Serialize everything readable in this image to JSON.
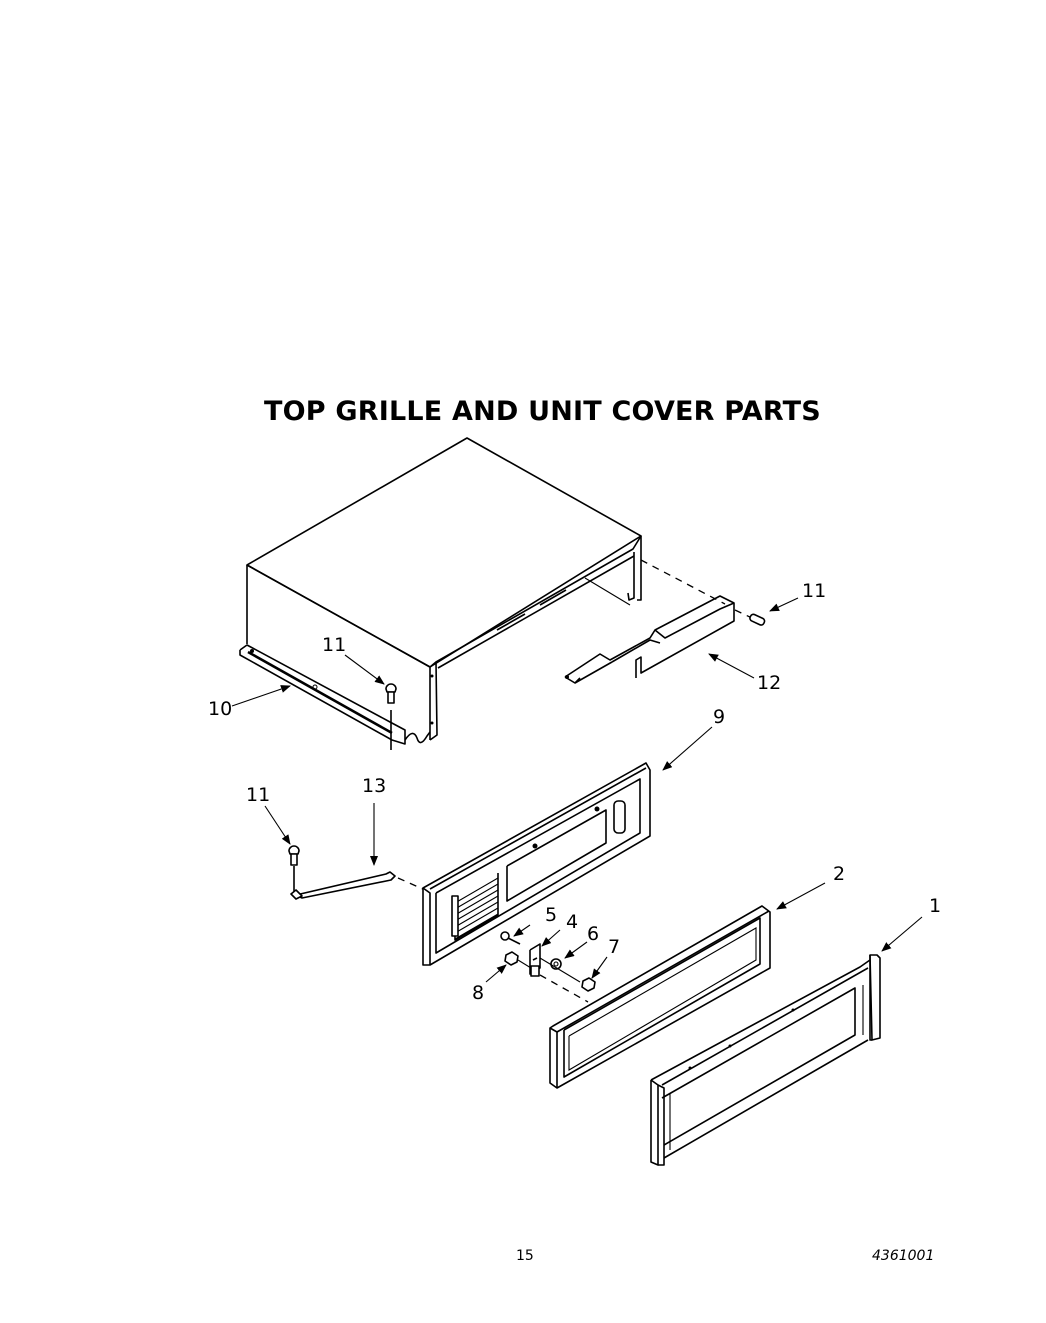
{
  "title": "TOP GRILLE AND UNIT COVER PARTS",
  "callouts": {
    "c1": "1",
    "c2": "2",
    "c4": "4",
    "c5": "5",
    "c6": "6",
    "c7": "7",
    "c8": "8",
    "c9": "9",
    "c10": "10",
    "c11a": "11",
    "c11b": "11",
    "c11c": "11",
    "c12": "12",
    "c13": "13"
  },
  "parts": [
    {
      "ref": "1",
      "name": "outer-grille-frame"
    },
    {
      "ref": "2",
      "name": "grille-frame"
    },
    {
      "ref": "4",
      "name": "bracket"
    },
    {
      "ref": "5",
      "name": "screw"
    },
    {
      "ref": "6",
      "name": "washer"
    },
    {
      "ref": "7",
      "name": "nut"
    },
    {
      "ref": "8",
      "name": "nut"
    },
    {
      "ref": "9",
      "name": "grille-panel"
    },
    {
      "ref": "10",
      "name": "unit-cover"
    },
    {
      "ref": "11",
      "name": "screw"
    },
    {
      "ref": "12",
      "name": "rear-bracket"
    },
    {
      "ref": "13",
      "name": "support-rod"
    }
  ],
  "footer": {
    "page_number": "15",
    "document_number": "4361001"
  }
}
